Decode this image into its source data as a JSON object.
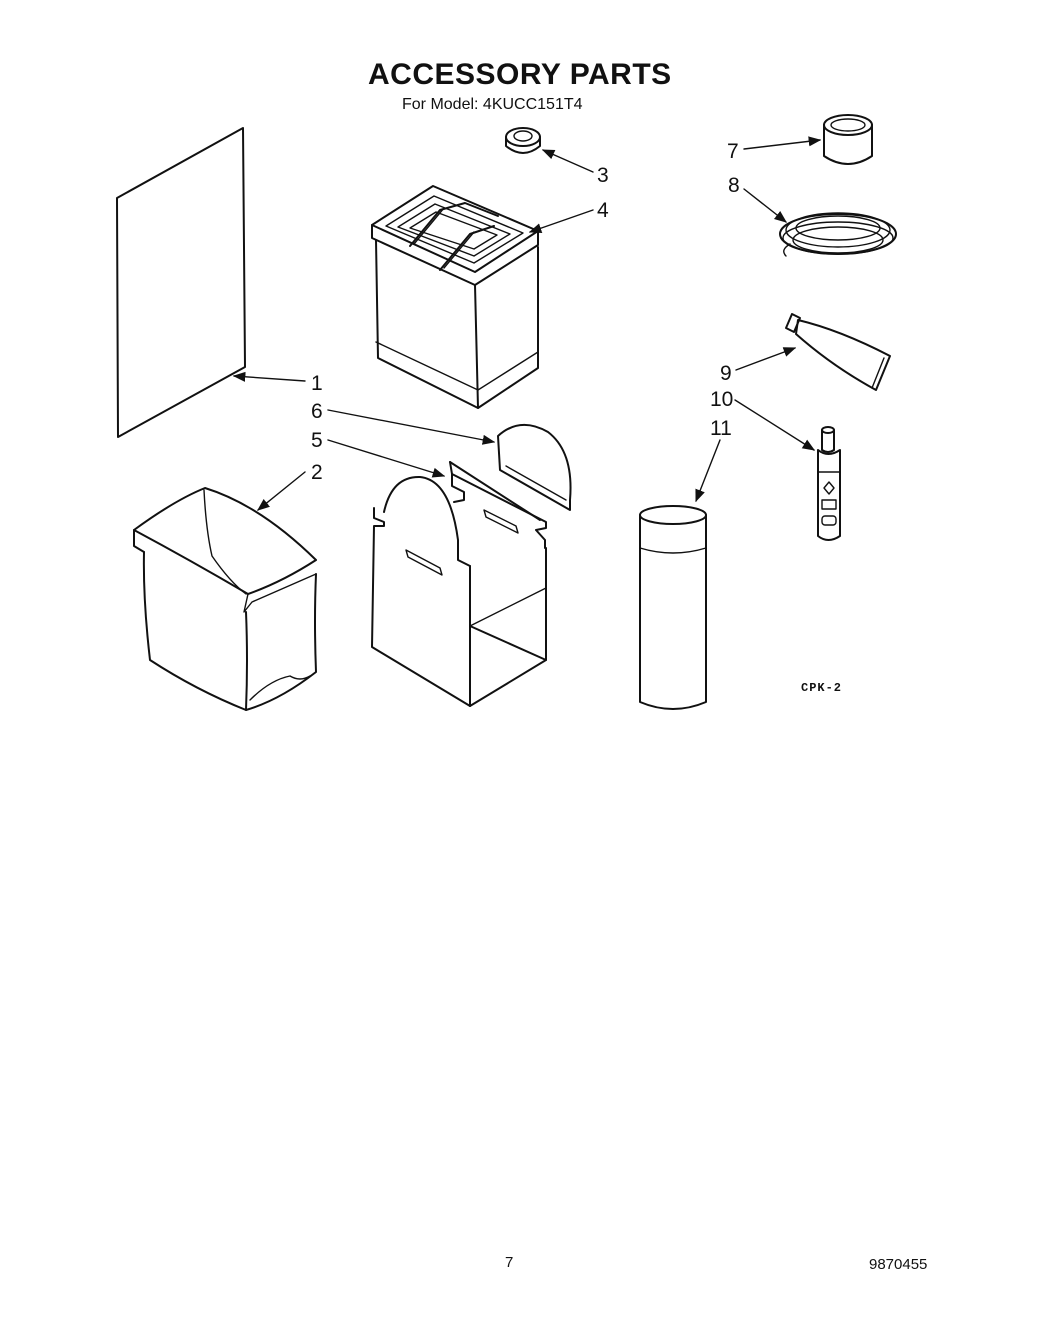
{
  "header": {
    "title": "ACCESSORY PARTS",
    "subtitle": "For Model: 4KUCC151T4"
  },
  "callouts": [
    "1",
    "2",
    "3",
    "4",
    "5",
    "6",
    "7",
    "8",
    "9",
    "10",
    "11"
  ],
  "figure_code": "CPK-2",
  "footer": {
    "page_number": "7",
    "document_number": "9870455"
  }
}
